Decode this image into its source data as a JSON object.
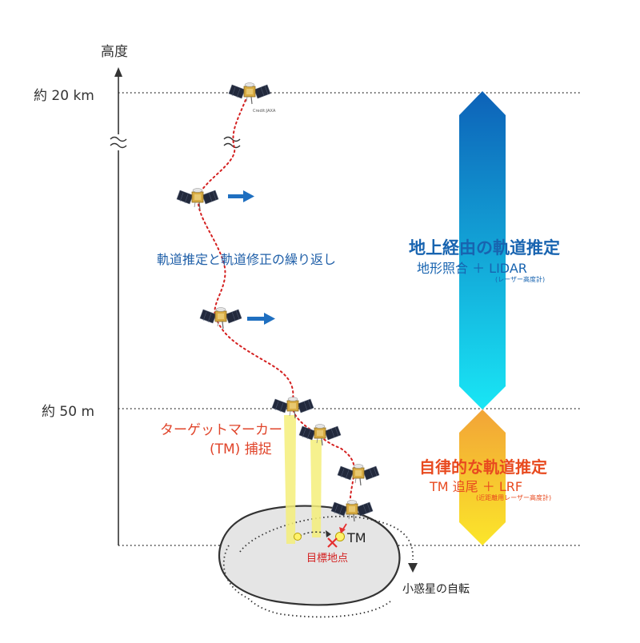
{
  "axis": {
    "title": "高度",
    "ticks": [
      "約 20 km",
      "約 50 m"
    ]
  },
  "labels": {
    "orbit_repeat": "軌道推定と軌道修正の繰り返し",
    "tm_capture_line1": "ターゲットマーカー",
    "tm_capture_line2": "(TM) 捕捉",
    "tm": "TM",
    "target_point": "目標地点",
    "rotation": "小惑星の自転",
    "credit": "Credit:JAXA"
  },
  "upper_arrow": {
    "title": "地上経由の軌道推定",
    "subtitle": "地形照合 ＋ LIDAR",
    "note": "(レーザー高度計)"
  },
  "lower_arrow": {
    "title": "自律的な軌道推定",
    "subtitle": "TM 追尾 ＋ LRF",
    "note": "(近距離用レーザー高度計)"
  },
  "colors": {
    "blue_text": "#1864b0",
    "orange_text": "#e84a1f",
    "path": "#d42020",
    "upper_arrow_top": "#0d62b8",
    "upper_arrow_bottom": "#19e6f5",
    "lower_arrow_top": "#f2a437",
    "lower_arrow_bottom": "#fbe62a",
    "asteroid": "#e5e5e5",
    "beam": "#f5ef7a"
  },
  "icons": [
    "spacecraft-icon",
    "velocity-arrow-icon",
    "axis-break-icon",
    "landing-cross-icon"
  ]
}
